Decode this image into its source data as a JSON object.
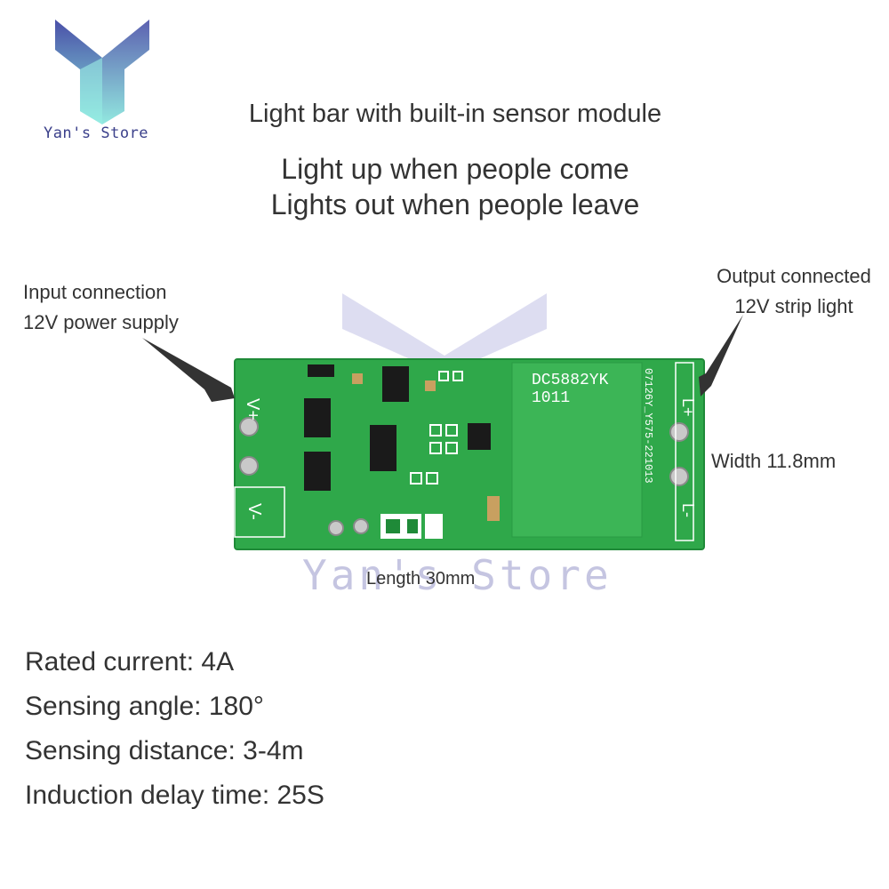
{
  "brand": {
    "name": "Yan's Store",
    "watermark": "Yan's Store"
  },
  "headline": "Light bar with built-in sensor module",
  "tagline": [
    "Light up when people come",
    "Lights out when people leave"
  ],
  "callouts": {
    "input": [
      "Input connection",
      "12V power supply"
    ],
    "output": [
      "Output connected",
      "12V strip light"
    ],
    "width": "Width 11.8mm",
    "length": "Length 30mm"
  },
  "board": {
    "model": "DC5882YK",
    "code": "1011",
    "serial": "07126Y_Y575-221013",
    "pin_labels": [
      "V+",
      "V-",
      "L+",
      "L-"
    ]
  },
  "specs": [
    "Rated current: 4A",
    "Sensing angle: 180°",
    "Sensing distance: 3-4m",
    "Induction delay time: 25S"
  ],
  "colors": {
    "pcb": "#2fa84a",
    "pcb_dark": "#1f8a38",
    "logo_top": "#4a4fa8",
    "logo_bottom": "#7fe0d8"
  }
}
